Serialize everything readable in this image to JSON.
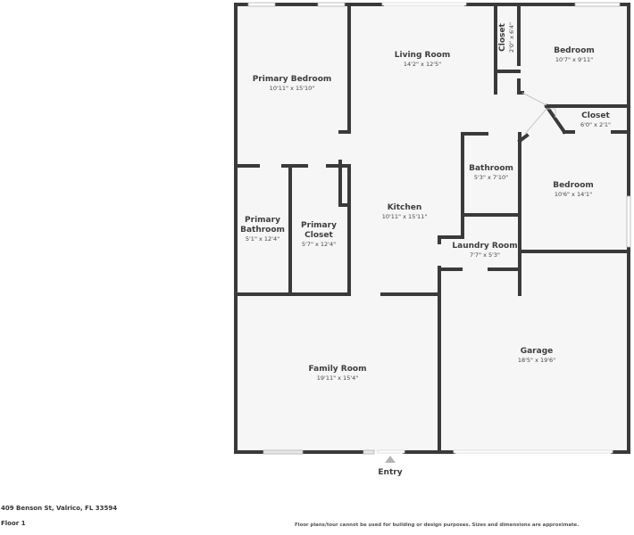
{
  "colors": {
    "wall": "#3a3a3a",
    "floor": "#f6f6f6",
    "window": "#ffffff",
    "window_edge": "#bbbbbb",
    "entry_arrow": "#b5b5b5",
    "text": "#3d3d3d"
  },
  "rooms": {
    "primary_bedroom": {
      "name": "Primary Bedroom",
      "dims": "10'11\" x 15'10\""
    },
    "living_room": {
      "name": "Living Room",
      "dims": "14'2\" x 12'5\""
    },
    "closet_small": {
      "name": "Closet",
      "dims": "2'0\" x 6'4\""
    },
    "bedroom_1": {
      "name": "Bedroom",
      "dims": "10'7\" x 9'11\""
    },
    "closet_2": {
      "name": "Closet",
      "dims": "6'0\" x 2'1\""
    },
    "bathroom": {
      "name": "Bathroom",
      "dims": "5'3\" x 7'10\""
    },
    "bedroom_2": {
      "name": "Bedroom",
      "dims": "10'6\" x 14'1\""
    },
    "primary_bathroom": {
      "name_line1": "Primary",
      "name_line2": "Bathroom",
      "dims": "5'1\" x 12'4\""
    },
    "primary_closet": {
      "name_line1": "Primary",
      "name_line2": "Closet",
      "dims": "5'7\" x 12'4\""
    },
    "kitchen": {
      "name": "Kitchen",
      "dims": "10'11\" x 15'11\""
    },
    "laundry_room": {
      "name": "Laundry Room",
      "dims": "7'7\" x 5'3\""
    },
    "family_room": {
      "name": "Family Room",
      "dims": "19'11\" x 15'4\""
    },
    "garage": {
      "name": "Garage",
      "dims": "18'5\" x 19'6\""
    }
  },
  "entry": {
    "label": "Entry",
    "icon": "triangle-up-arrow"
  },
  "footer": {
    "address": "409 Benson St, Valrico, FL 33594",
    "floor": "Floor 1",
    "disclaimer": "Floor plans/tour cannot be used for building or design purposes. Sizes and dimensions are approximate."
  }
}
